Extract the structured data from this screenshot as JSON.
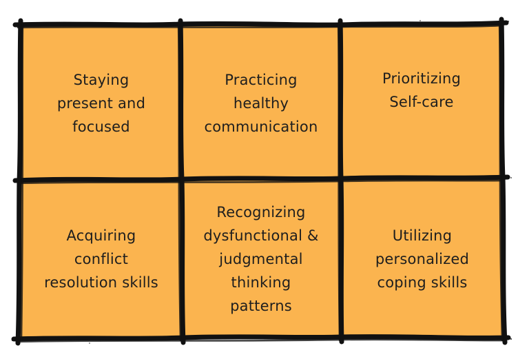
{
  "colors": {
    "fill": "#fbb44f",
    "stroke": "#111111",
    "text": "#1e1e1e"
  },
  "cells": [
    {
      "text": "Staying\npresent and\nfocused"
    },
    {
      "text": "Practicing\nhealthy\ncommunication"
    },
    {
      "text": "Prioritizing\nSelf-care"
    },
    {
      "text": "Acquiring\nconflict\nresolution skills"
    },
    {
      "text": "Recognizing\ndysfunctional &\njudgmental\nthinking\npatterns"
    },
    {
      "text": "Utilizing\npersonalized\ncoping skills"
    }
  ]
}
